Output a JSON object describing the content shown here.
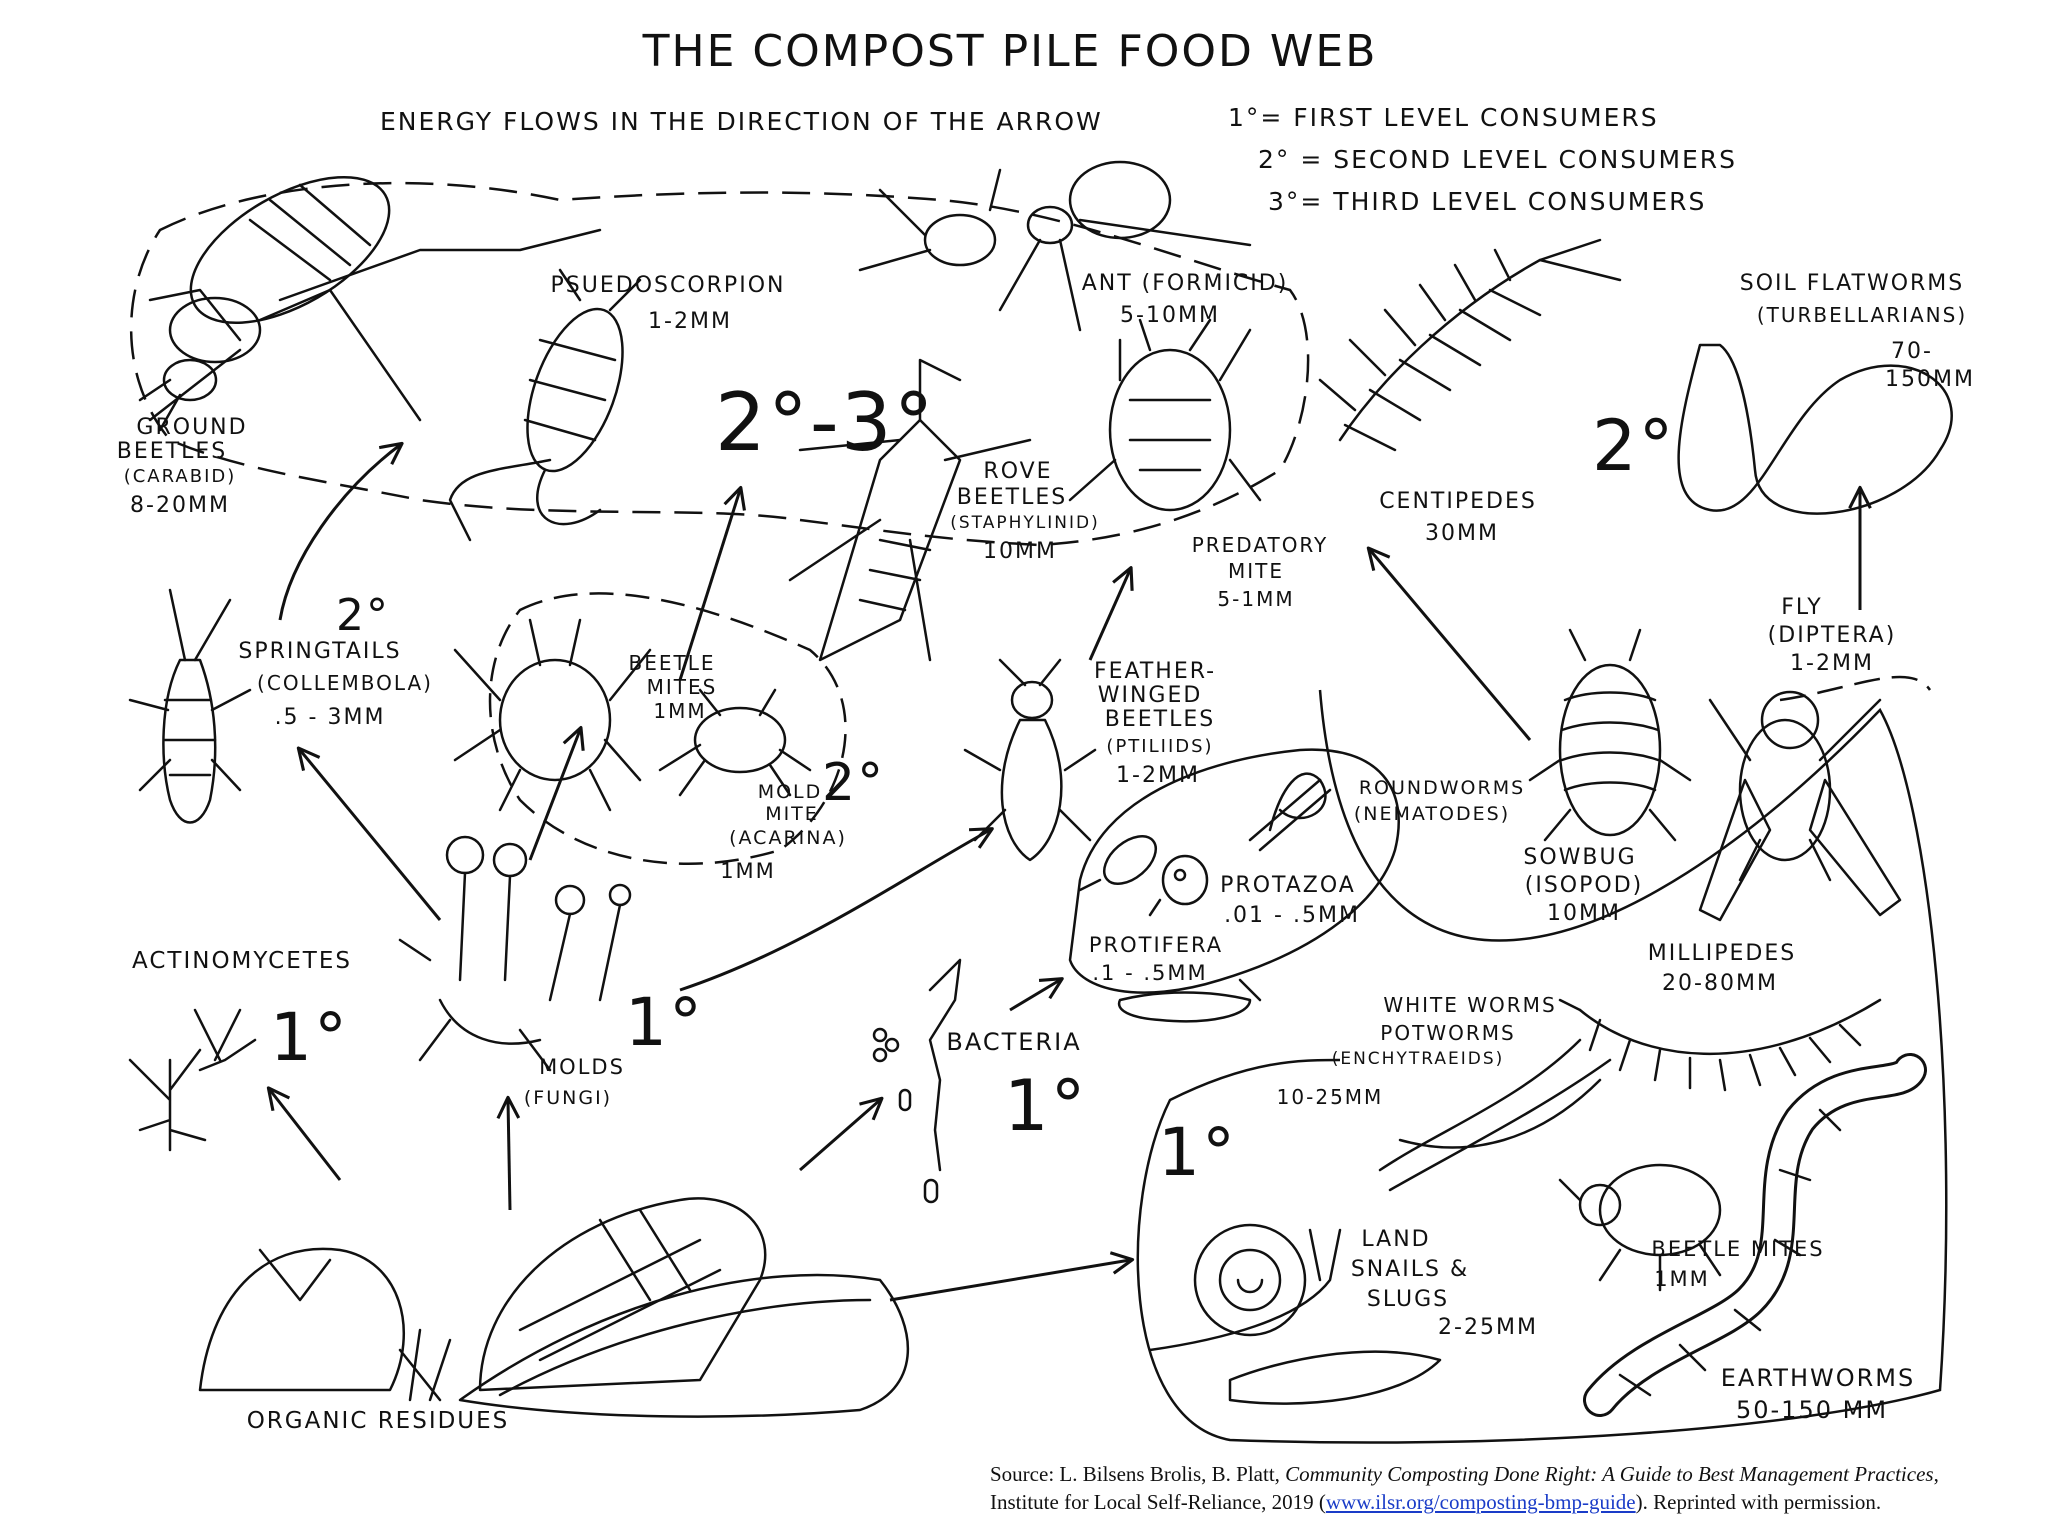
{
  "title": "THE COMPOST PILE FOOD WEB",
  "subtitle": "ENERGY FLOWS IN THE DIRECTION OF THE ARROW",
  "legend": [
    "1°= FIRST LEVEL CONSUMERS",
    "2° = SECOND LEVEL CONSUMERS",
    "3°= THIRD LEVEL CONSUMERS"
  ],
  "levels": {
    "l23": "2°-3°",
    "l2_springtails": "2°",
    "l2_flatworms": "2°",
    "l2_mites": "2°",
    "l1_actino": "1°",
    "l1_molds": "1°",
    "l1_bacteria": "1°",
    "l1_lower": "1°"
  },
  "organisms": {
    "ground_beetles": [
      "GROUND",
      "BEETLES",
      "(CARABID)",
      "8-20mm"
    ],
    "pseudoscorpion": [
      "PSUEDOSCORPION",
      "1-2mm"
    ],
    "ant": [
      "ANT (FORMICID)",
      "5-10mm"
    ],
    "soil_flatworms": [
      "SOIL FLATWORMS",
      "(TURBELLARIANS)",
      "70-",
      "150mm"
    ],
    "rove_beetles": [
      "ROVE",
      "BEETLES",
      "(STAPHYLINID)",
      "10mm"
    ],
    "centipedes": [
      "CENTIPEDES",
      "30mm"
    ],
    "predatory_mite": [
      "PREDATORY",
      "MITE",
      "5-1mm"
    ],
    "springtails": [
      "SPRINGTAILS",
      "(COLLEMBOLA)",
      ".5 - 3mm"
    ],
    "beetle_mites_upper": [
      "BEETLE",
      "MITES",
      "1mm"
    ],
    "mold_mite": [
      "MOLD",
      "MITE",
      "(ACARINA)",
      "1mm"
    ],
    "feather_winged": [
      "FEATHER-",
      "WINGED",
      "BEETLES",
      "(PTILIIDS)",
      "1-2mm"
    ],
    "fly": [
      "FLY",
      "(DIPTERA)",
      "1-2mm"
    ],
    "roundworms": [
      "ROUNDWORMS",
      "(NEMATODES)"
    ],
    "protozoa": [
      "PROTAZOA",
      ".01 - .5mm"
    ],
    "protifera": [
      "PROTIFERA",
      ".1 - .5mm"
    ],
    "sowbug": [
      "SOWBUG",
      "(ISOPOD)",
      "10mm"
    ],
    "millipedes": [
      "MILLIPEDES",
      "20-80mm"
    ],
    "actinomycetes": [
      "ACTINOMYCETES"
    ],
    "molds": [
      "MOLDS",
      "(FUNGI)"
    ],
    "bacteria": [
      "BACTERIA"
    ],
    "white_worms": [
      "WHITE WORMS",
      "POTWORMS",
      "(ENCHYTRAEIDS)",
      "10-25mm"
    ],
    "land_snails": [
      "LAND",
      "SNAILS &",
      "SLUGS",
      "2-25mm"
    ],
    "beetle_mites_lower": [
      "BEETLE MITES",
      "1mm"
    ],
    "earthworms": [
      "EARTHWORMS",
      "50-150 mm"
    ],
    "organic_residues": [
      "ORGANIC RESIDUES"
    ]
  },
  "source": {
    "prefix": "Source: L. Bilsens Brolis, B. Platt, ",
    "book": "Community Composting Done Right: A Guide to Best Management Practices",
    "middle": ",",
    "line2_prefix": "Institute for Local Self-Reliance, 2019 (",
    "link": "www.ilsr.org/composting-bmp-guide",
    "suffix": "). Reprinted with permission."
  },
  "colors": {
    "ink": "#111111",
    "link": "#1a3cc8",
    "background": "#ffffff"
  }
}
